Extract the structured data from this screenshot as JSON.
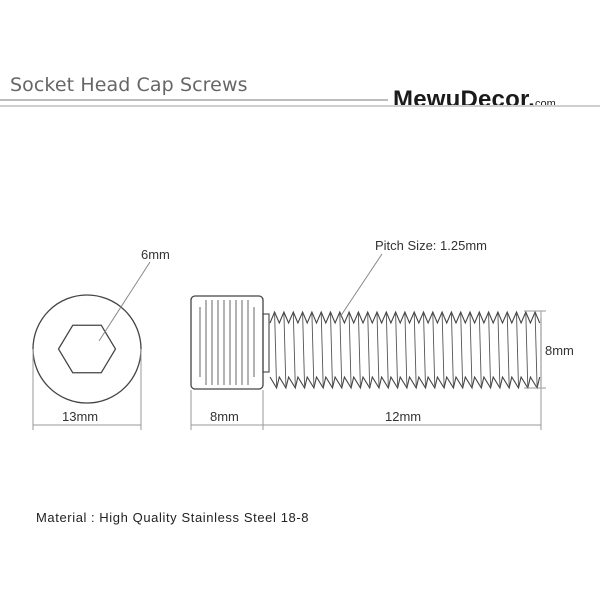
{
  "header": {
    "title": "Socket Head Cap Screws",
    "brand_name": "MewuDecor.",
    "brand_tld": "com"
  },
  "end_view": {
    "hex_socket_label": "6mm",
    "head_diameter_label": "13mm"
  },
  "side_view": {
    "pitch_label": "Pitch Size: 1.25mm",
    "head_height_label": "8mm",
    "thread_length_label": "12mm",
    "thread_diameter_label": "8mm"
  },
  "material": {
    "label": "Material",
    "separator": ":",
    "value": "High Quality Stainless Steel 18-8"
  },
  "colors": {
    "outline": "#444444",
    "dimension_line": "#9a9a9a",
    "header_rule": "#bdbdbd",
    "brand": "#1a1a1a"
  }
}
